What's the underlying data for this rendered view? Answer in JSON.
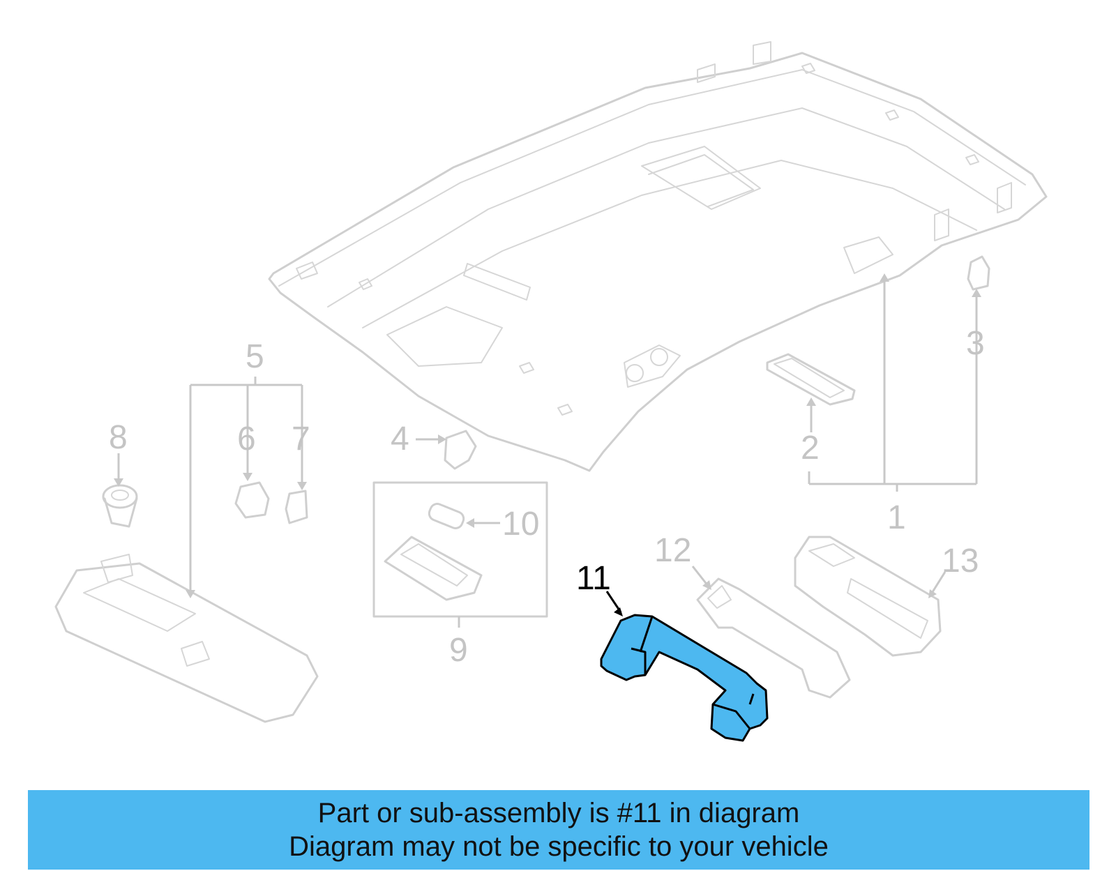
{
  "diagram": {
    "callouts": {
      "c1": "1",
      "c2": "2",
      "c3": "3",
      "c4": "4",
      "c5": "5",
      "c6": "6",
      "c7": "7",
      "c8": "8",
      "c9": "9",
      "c10": "10",
      "c11": "11",
      "c12": "12",
      "c13": "13"
    },
    "highlighted_part": "11",
    "colors": {
      "highlight_fill": "#4db8f0",
      "ghost_stroke": "#cfcfcf",
      "banner_background": "#4db8f0"
    }
  },
  "banner": {
    "line1": "Part or sub-assembly is #11 in diagram",
    "line2": "Diagram may not be specific to your vehicle"
  }
}
